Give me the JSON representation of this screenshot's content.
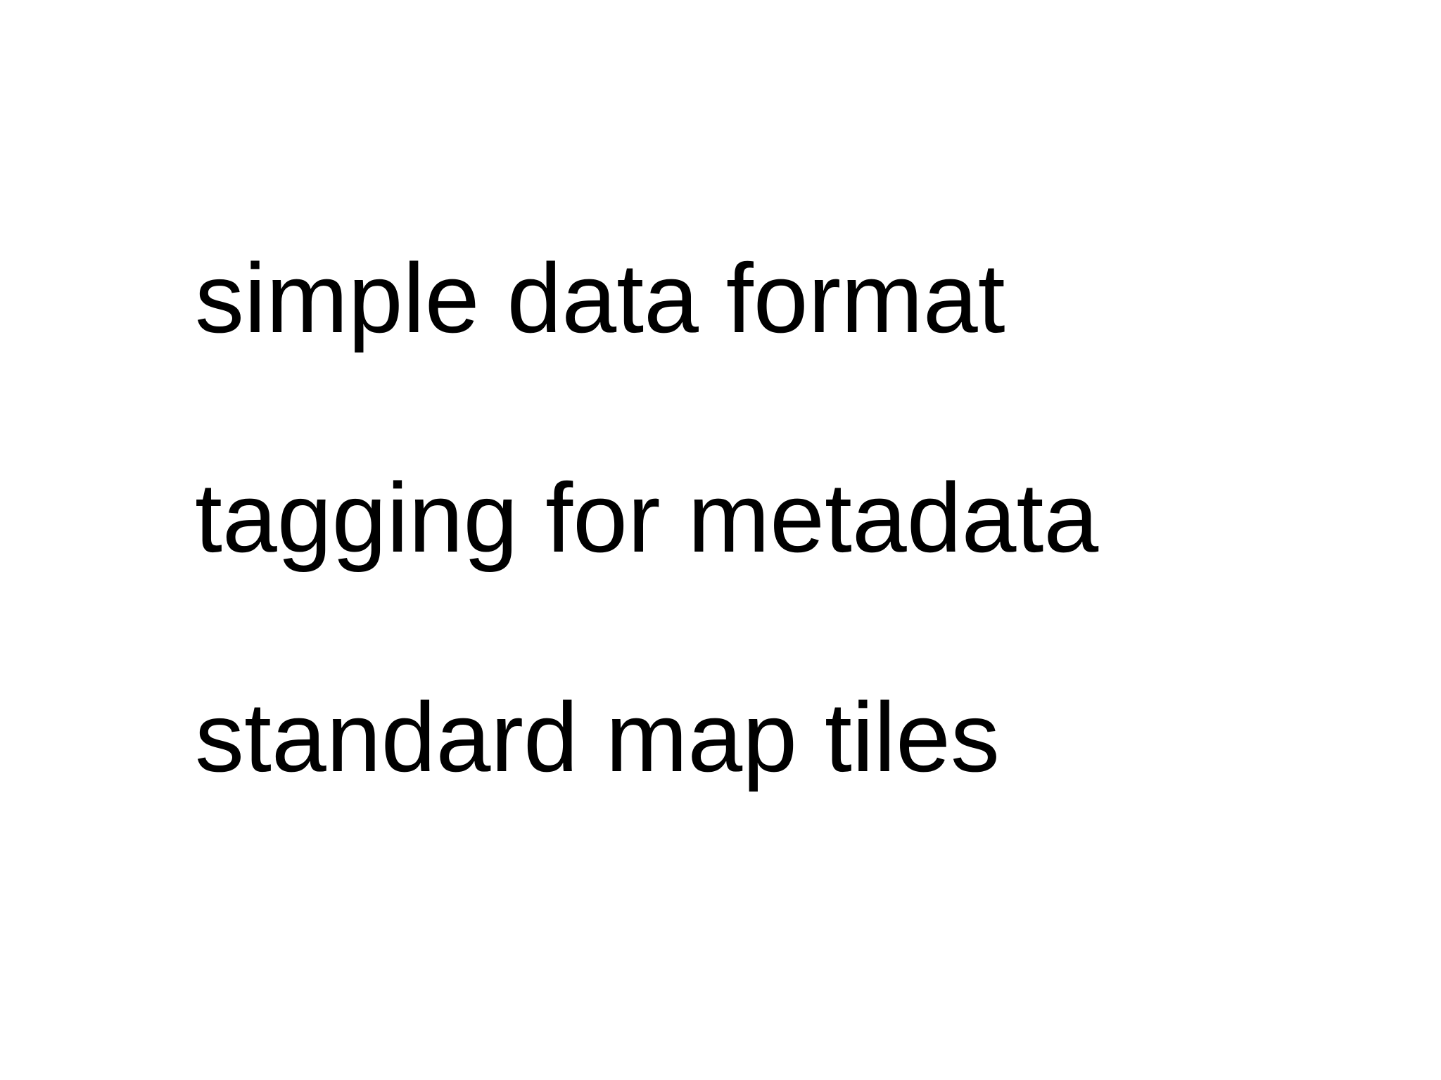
{
  "slide": {
    "background_color": "#ffffff",
    "text_color": "#000000",
    "lines": [
      "simple data format",
      "tagging for metadata",
      "standard map tiles"
    ]
  }
}
